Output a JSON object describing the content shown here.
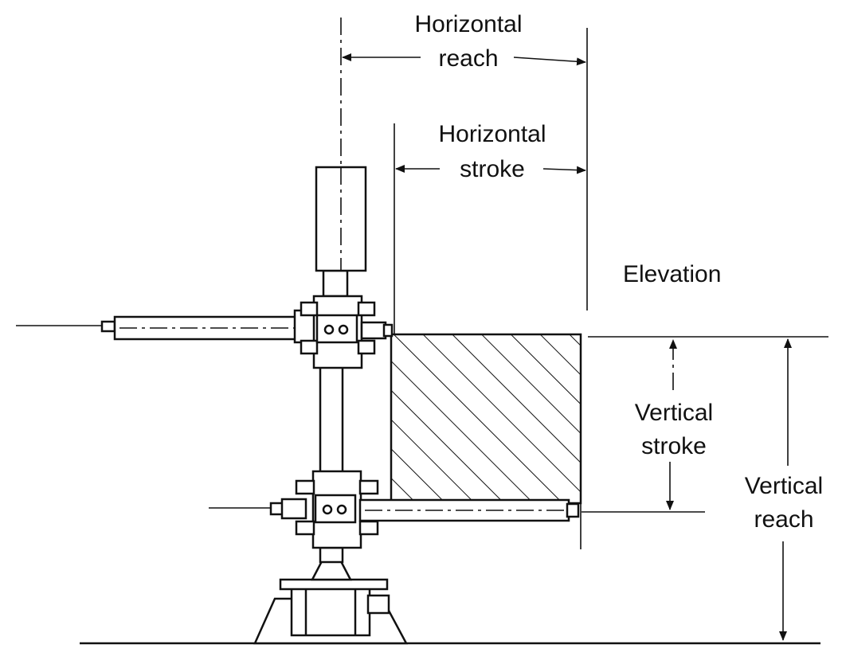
{
  "labels": {
    "horizontal_reach": [
      "Horizontal",
      "reach"
    ],
    "horizontal_stroke": [
      "Horizontal",
      "stroke"
    ],
    "elevation": "Elevation",
    "vertical_stroke": [
      "Vertical",
      "stroke"
    ],
    "vertical_reach": [
      "Vertical",
      "reach"
    ]
  }
}
